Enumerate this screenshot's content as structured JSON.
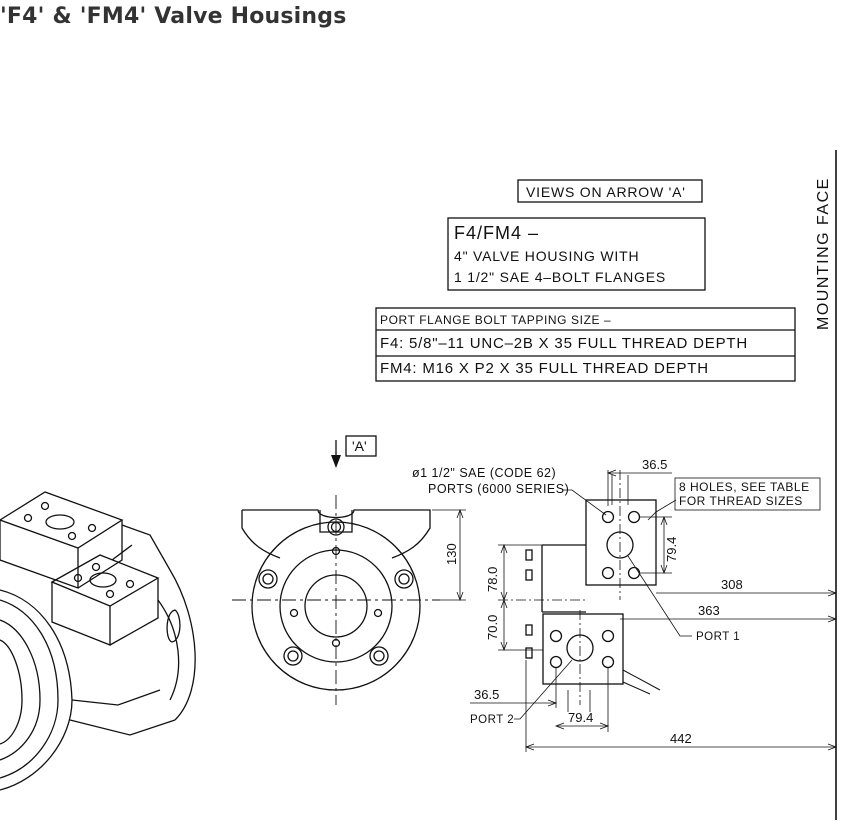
{
  "title": "'F4' & 'FM4' Valve Housings",
  "views_label": "VIEWS ON ARROW 'A'",
  "housing_box": {
    "line1": "F4/FM4  –",
    "line2": "4\" VALVE HOUSING WITH",
    "line3": "1 1/2\" SAE 4–BOLT FLANGES"
  },
  "tapping_table": {
    "header": "PORT FLANGE BOLT TAPPING SIZE –",
    "row1": "F4: 5/8\"–11 UNC–2B X 35 FULL THREAD DEPTH",
    "row2": "FM4: M16 X P2 X 35 FULL THREAD DEPTH"
  },
  "mounting_face_label": "MOUNTING FACE",
  "arrow_label": "'A'",
  "ports_note": {
    "line1": "ø1 1/2\" SAE (CODE 62)",
    "line2": "PORTS (6000 SERIES)"
  },
  "holes_note": {
    "line1": "8 HOLES, SEE TABLE",
    "line2": "FOR THREAD SIZES"
  },
  "port1_label": "PORT 1",
  "port2_label": "PORT 2",
  "dimensions": {
    "d36_5_top": "36.5",
    "d79_4_right": "79.4",
    "d308": "308",
    "d363": "363",
    "d78": "78.0",
    "d70": "70.0",
    "d130": "130",
    "d36_5_bottom": "36.5",
    "d79_4_bottom": "79.4",
    "d442": "442"
  },
  "colors": {
    "line": "#111111",
    "title": "#333333"
  }
}
